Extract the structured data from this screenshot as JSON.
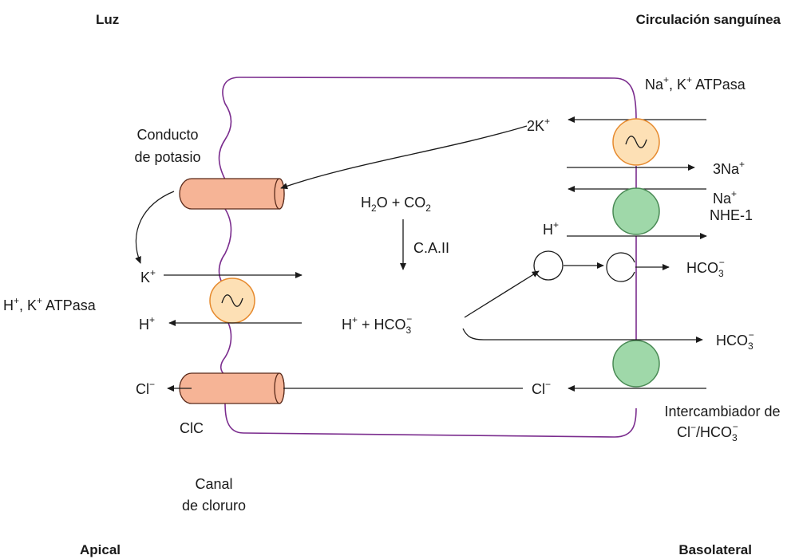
{
  "corners": {
    "top_left": "Luz",
    "top_right": "Circulación sanguínea",
    "bottom_left": "Apical",
    "bottom_right": "Basolateral"
  },
  "transporters": {
    "nak_atpase": {
      "base": "Na",
      "sup1": "+",
      "mid": ", K",
      "sup2": "+",
      "tail": " ATPasa"
    },
    "hk_atpase": {
      "base": "H",
      "sup1": "+",
      "mid": ", K",
      "sup2": "+",
      "tail": " ATPasa"
    },
    "potassium_channel": [
      "Conducto",
      "de potasio"
    ],
    "nhe": "NHE-1",
    "clc": "ClC",
    "chloride_channel": [
      "Canal",
      "de cloruro"
    ],
    "exchanger": {
      "line1": "Intercambiador de",
      "cl": "Cl",
      "minus": "−",
      "slash": "/HCO",
      "sub": "3",
      "sup": "−"
    }
  },
  "ions": {
    "k_2": {
      "text": "2K",
      "sup": "+"
    },
    "na_3": {
      "text": "3Na",
      "sup": "+"
    },
    "na": {
      "text": "Na",
      "sup": "+"
    },
    "h_baso": {
      "text": "H",
      "sup": "+"
    },
    "k_apical": {
      "text": "K",
      "sup": "+"
    },
    "h_apical": {
      "text": "H",
      "sup": "+"
    },
    "cl_apical": {
      "text": "Cl",
      "sup": "−"
    },
    "cl_baso": {
      "text": "Cl",
      "sup": "−"
    },
    "hco3_a": {
      "text": "HCO",
      "sub": "3",
      "sup": "−"
    },
    "hco3_b": {
      "text": "HCO",
      "sub": "3",
      "sup": "−"
    }
  },
  "reaction": {
    "reactants": {
      "h": "H",
      "h_sub": "2",
      "o": "O + CO",
      "co_sub": "2"
    },
    "enzyme": "C.A.II",
    "products": {
      "h": "H",
      "h_sup": "+",
      "plus": " + HCO",
      "sub": "3",
      "sup": "−"
    }
  },
  "pump_symbol": "~",
  "colors": {
    "pump_fill": "#fde0b5",
    "pump_stroke": "#e68a2e",
    "channel_fill": "#f6b496",
    "channel_stroke": "#5a2a1a",
    "exchanger_fill": "#9fd8a9",
    "exchanger_stroke": "#4a8a55",
    "membrane": "#7b2d8e"
  }
}
